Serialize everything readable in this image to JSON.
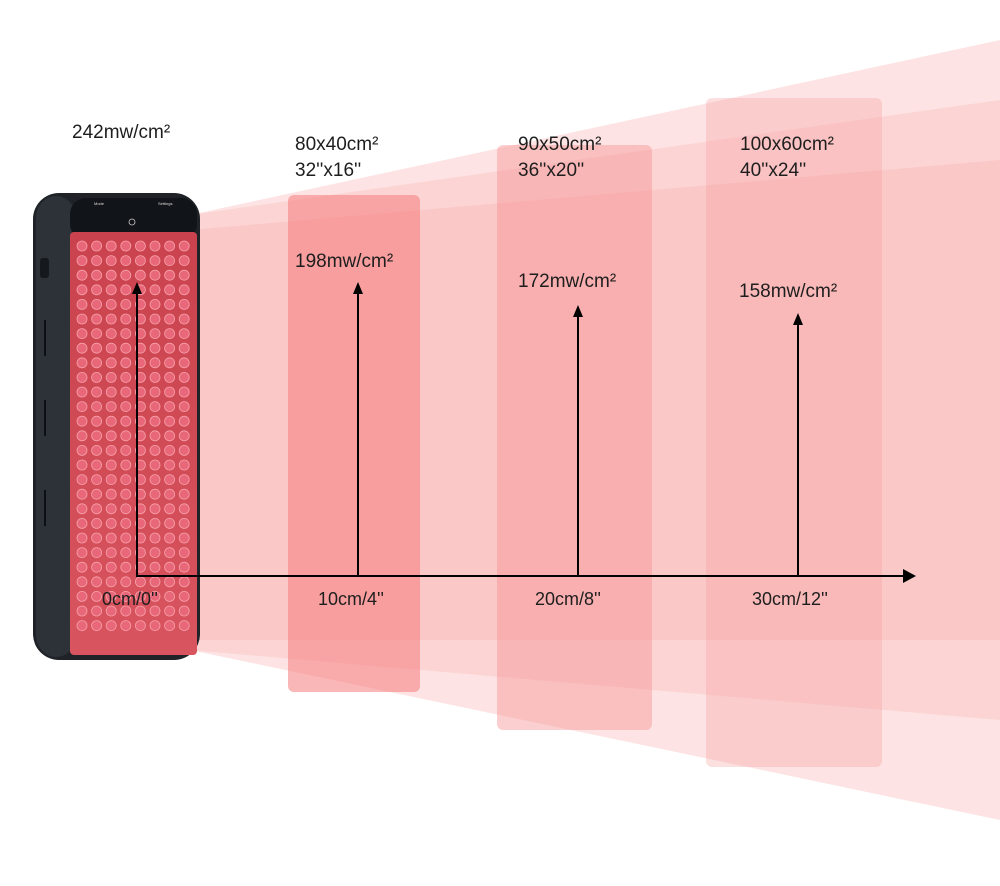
{
  "source": {
    "power": "242mw/cm²",
    "distance": "0cm/0''",
    "panel_labels": [
      "Mode",
      "Settings"
    ]
  },
  "measurements": [
    {
      "distance": "10cm/4''",
      "area_metric": "80x40cm²",
      "area_imperial": "32''x16''",
      "power": "198mw/cm²"
    },
    {
      "distance": "20cm/8''",
      "area_metric": "90x50cm²",
      "area_imperial": "36''x20''",
      "power": "172mw/cm²"
    },
    {
      "distance": "30cm/12''",
      "area_metric": "100x60cm²",
      "area_imperial": "40''x24''",
      "power": "158mw/cm²"
    }
  ],
  "colors": {
    "light": "#f26d6d",
    "device": "#1f2328",
    "led": "#e8687a",
    "axis": "#000000"
  }
}
